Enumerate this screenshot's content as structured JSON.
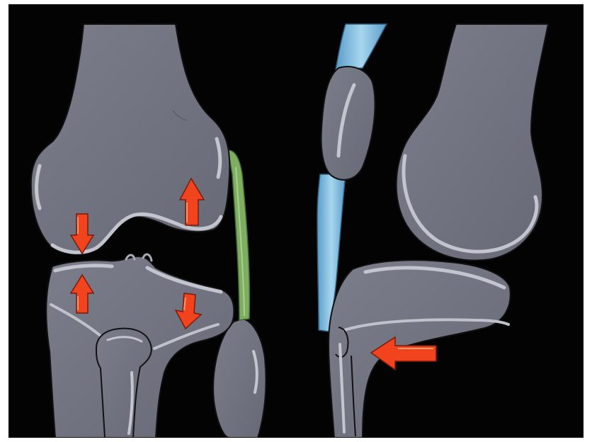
{
  "image": {
    "subject": "knee-joint-illustration",
    "views": [
      "front-view",
      "side-view"
    ],
    "colors": {
      "background": "#030303",
      "frame": "#ffffff",
      "bone": "#70737f",
      "bone_highlight": "#b9bcc6",
      "bone_outline": "#111111",
      "ligament_green": "#7fae62",
      "tendon_blue": "#8ec6e4",
      "arrow_fill": "#f2431f",
      "arrow_edge": "#ff8a5c"
    },
    "arrows": [
      {
        "name": "femur-lateral-up-arrow",
        "direction": "up"
      },
      {
        "name": "femur-medial-down-arrow",
        "direction": "down"
      },
      {
        "name": "tibia-medial-up-arrow",
        "direction": "up"
      },
      {
        "name": "tibia-lateral-down-arrow",
        "direction": "down"
      },
      {
        "name": "tibia-side-left-arrow",
        "direction": "left"
      }
    ]
  }
}
